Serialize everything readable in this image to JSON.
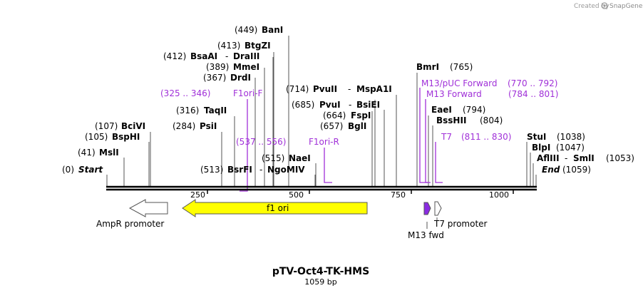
{
  "credit": {
    "prefix": "Created by",
    "brand": "SnapGene"
  },
  "map": {
    "title": "pTV-Oct4-TK-HMS",
    "length_label": "1059 bp",
    "length": 1059,
    "ticks": [
      "250",
      "500",
      "750",
      "1000"
    ],
    "colors": {
      "enzyme_text": "#000000",
      "primer": "#a030d8",
      "f1ori": "#ffff00",
      "backbone": "#000000"
    },
    "sites": [
      {
        "pos": "(0)",
        "name": "Start",
        "italic": true
      },
      {
        "pos": "(41)",
        "name": "MslI"
      },
      {
        "pos": "(105)",
        "name": "BspHI"
      },
      {
        "pos": "(107)",
        "name": "BciVI"
      },
      {
        "pos": "(284)",
        "name": "PsiI"
      },
      {
        "pos": "(316)",
        "name": "TaqII"
      },
      {
        "pos": "(367)",
        "name": "DrdI"
      },
      {
        "pos": "(389)",
        "name": "MmeI"
      },
      {
        "pos": "(412)",
        "name": "BsaAI",
        "name2": "DraIII"
      },
      {
        "pos": "(413)",
        "name": "BtgZI"
      },
      {
        "pos": "(449)",
        "name": "BanI"
      },
      {
        "pos": "(513)",
        "name": "BsrFI",
        "name2": "NgoMIV"
      },
      {
        "pos": "(515)",
        "name": "NaeI"
      },
      {
        "pos": "(657)",
        "name": "BglI"
      },
      {
        "pos": "(664)",
        "name": "FspI"
      },
      {
        "pos": "(685)",
        "name": "PvuI",
        "name2": "BsiEI"
      },
      {
        "pos": "(714)",
        "name": "PvuII",
        "name2": "MspA1I"
      },
      {
        "pos": "(765)",
        "name": "BmrI"
      },
      {
        "pos": "(794)",
        "name": "EaeI"
      },
      {
        "pos": "(804)",
        "name": "BssHII"
      },
      {
        "pos": "(1038)",
        "name": "StuI"
      },
      {
        "pos": "(1047)",
        "name": "BlpI"
      },
      {
        "pos": "(1053)",
        "name": "AflIII",
        "name2": "SmlI"
      },
      {
        "pos": "(1059)",
        "name": "End",
        "italic": true
      }
    ],
    "primers": [
      {
        "range": "(325 .. 346)",
        "name": "F1ori-F"
      },
      {
        "range": "(537 .. 556)",
        "name": "F1ori-R"
      },
      {
        "name": "M13/pUC Forward",
        "range": "(770 .. 792)"
      },
      {
        "name": "M13 Forward",
        "range": "(784 .. 801)"
      },
      {
        "name": "T7",
        "range": "(811 .. 830)"
      }
    ],
    "features": [
      {
        "name": "AmpR promoter"
      },
      {
        "name": "f1 ori"
      },
      {
        "name": "M13 fwd"
      },
      {
        "name": "T7 promoter"
      }
    ]
  }
}
